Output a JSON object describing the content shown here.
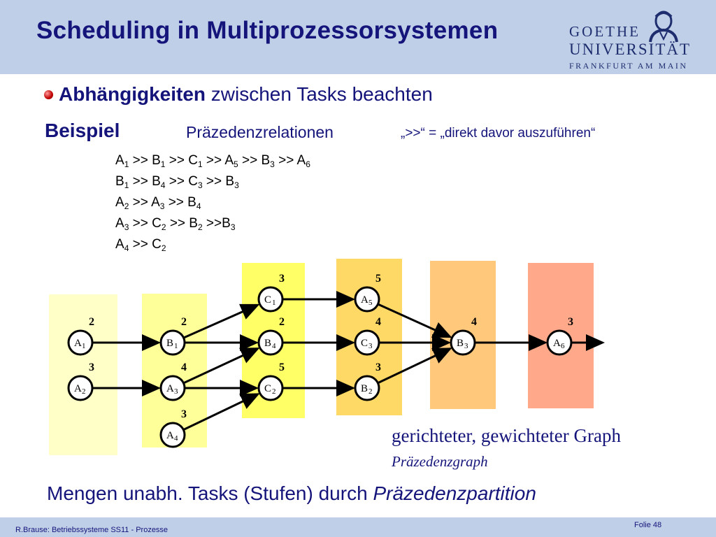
{
  "header": {
    "title": "Scheduling in Multiprozessorsystemen"
  },
  "logo": {
    "line1": "GOETHE",
    "line2": "UNIVERSITÄT",
    "line3": "FRANKFURT AM MAIN"
  },
  "content": {
    "bullet_bold": "Abhängigkeiten",
    "bullet_rest": " zwischen Tasks beachten",
    "beispiel": "Beispiel",
    "praezedenzrelationen": "Präzedenzrelationen",
    "definition": "„>>“ = „direkt davor auszuführen“",
    "relations": [
      [
        [
          "A",
          "1"
        ],
        [
          " >> B",
          "1"
        ],
        [
          " >> C",
          "1"
        ],
        [
          " >> A",
          "5"
        ],
        [
          " >> B",
          "3"
        ],
        [
          " >> A",
          "6"
        ]
      ],
      [
        [
          "B",
          "1"
        ],
        [
          " >> B",
          "4"
        ],
        [
          " >> C",
          "3"
        ],
        [
          " >> B",
          "3"
        ]
      ],
      [
        [
          "A",
          "2"
        ],
        [
          " >> A",
          "3"
        ],
        [
          " >> B",
          "4"
        ]
      ],
      [
        [
          "A",
          "3"
        ],
        [
          " >> C",
          "2"
        ],
        [
          " >> B",
          "2"
        ],
        [
          " >>B",
          "3"
        ]
      ],
      [
        [
          "A",
          "4"
        ],
        [
          " >> C",
          "2"
        ]
      ]
    ]
  },
  "graph": {
    "stage_colors": [
      "#ffffc8",
      "#ffff99",
      "#ffff66",
      "#ffd966",
      "#ffc87a",
      "#ffa98a"
    ],
    "nodes": [
      {
        "id": "A1",
        "letter": "A",
        "sub": "1",
        "weight": "2"
      },
      {
        "id": "A2",
        "letter": "A",
        "sub": "2",
        "weight": "3"
      },
      {
        "id": "B1",
        "letter": "B",
        "sub": "1",
        "weight": "2"
      },
      {
        "id": "A3",
        "letter": "A",
        "sub": "3",
        "weight": "4"
      },
      {
        "id": "A4",
        "letter": "A",
        "sub": "4",
        "weight": "3"
      },
      {
        "id": "C1",
        "letter": "C",
        "sub": "1",
        "weight": "3"
      },
      {
        "id": "B4",
        "letter": "B",
        "sub": "4",
        "weight": "2"
      },
      {
        "id": "C2",
        "letter": "C",
        "sub": "2",
        "weight": "5"
      },
      {
        "id": "A5",
        "letter": "A",
        "sub": "5",
        "weight": "5"
      },
      {
        "id": "C3",
        "letter": "C",
        "sub": "3",
        "weight": "4"
      },
      {
        "id": "B2",
        "letter": "B",
        "sub": "2",
        "weight": "3"
      },
      {
        "id": "B3",
        "letter": "B",
        "sub": "3",
        "weight": "4"
      },
      {
        "id": "A6",
        "letter": "A",
        "sub": "6",
        "weight": "3"
      }
    ],
    "edges": [
      [
        "A1",
        "B1"
      ],
      [
        "A2",
        "A3"
      ],
      [
        "B1",
        "C1"
      ],
      [
        "B1",
        "B4"
      ],
      [
        "A3",
        "B4"
      ],
      [
        "A3",
        "C2"
      ],
      [
        "A4",
        "C2"
      ],
      [
        "C1",
        "A5"
      ],
      [
        "B4",
        "C3"
      ],
      [
        "C2",
        "B2"
      ],
      [
        "A5",
        "B3"
      ],
      [
        "C3",
        "B3"
      ],
      [
        "B2",
        "B3"
      ],
      [
        "B3",
        "A6"
      ],
      [
        "A6",
        "out"
      ]
    ],
    "caption": "gerichteter, gewichteter Graph",
    "subcaption": "Präzedenzgraph"
  },
  "bottom": {
    "text": "Mengen unabh. Tasks (Stufen) durch ",
    "emphasis": "Präzedenzpartition"
  },
  "footer": {
    "left": "R.Brause: Betriebssysteme SS11  -   Prozesse",
    "right": "Folie 48"
  }
}
